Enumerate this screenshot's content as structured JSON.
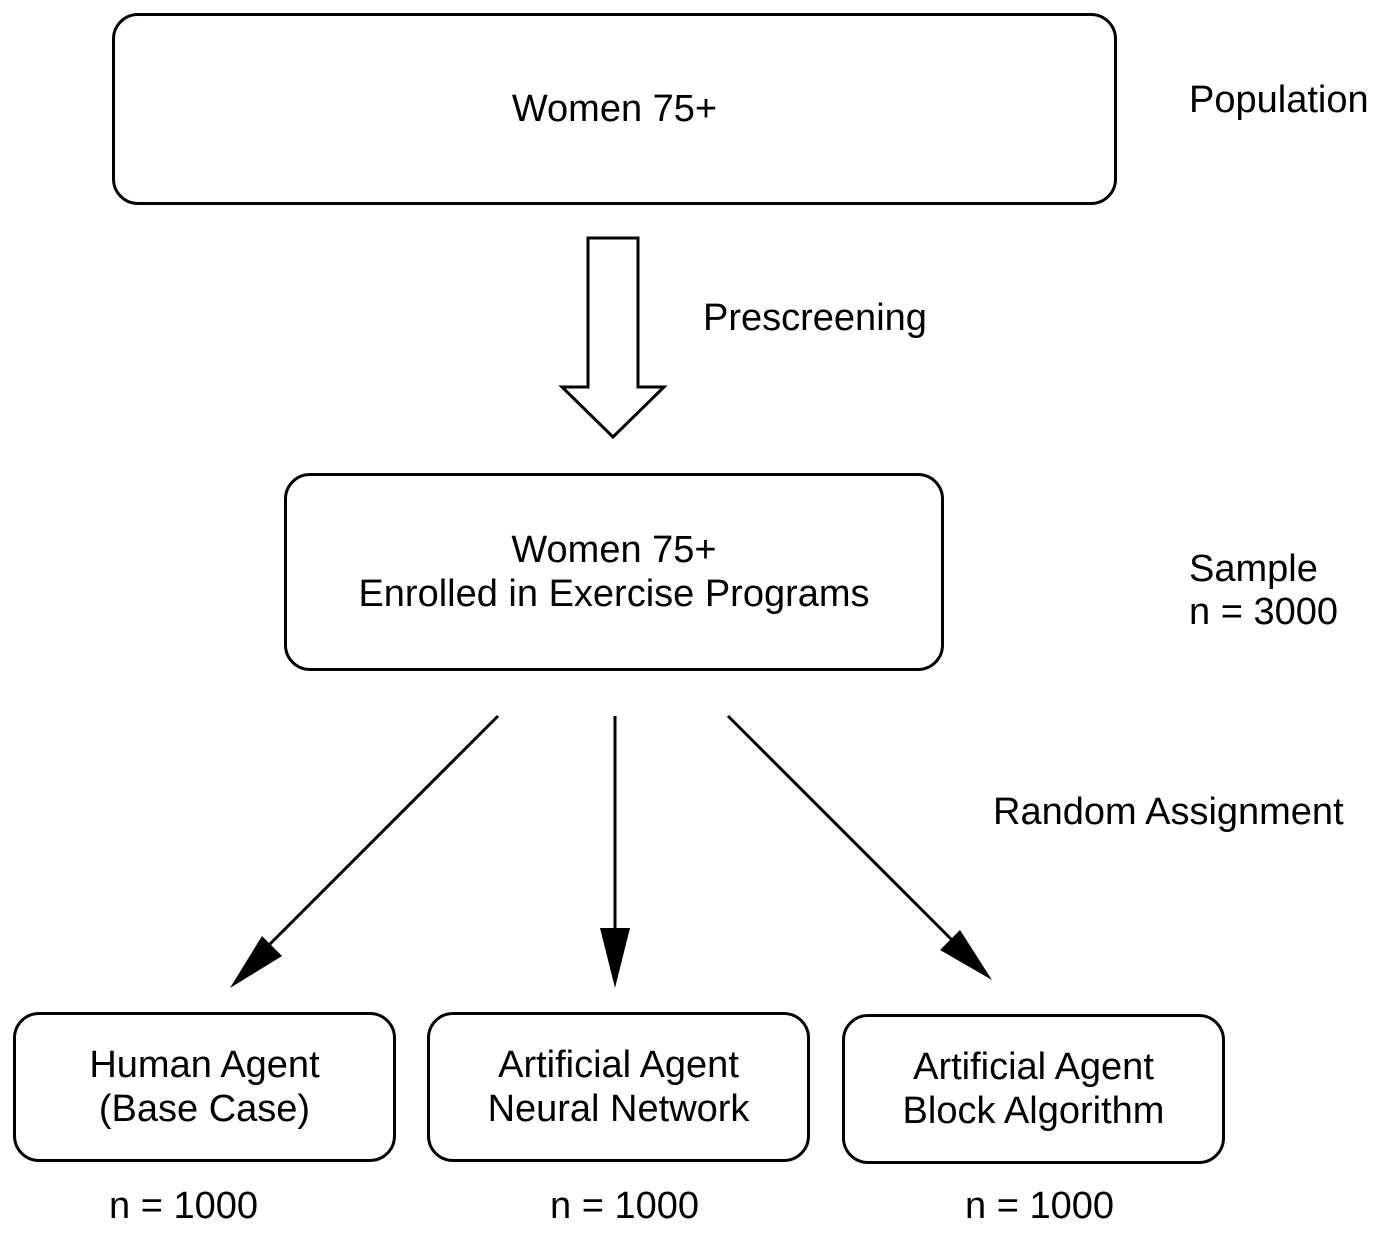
{
  "nodes": {
    "population_box": {
      "line1": "Women 75+"
    },
    "sample_box": {
      "line1": "Women 75+",
      "line2": "Enrolled in Exercise Programs"
    },
    "human_agent_box": {
      "line1": "Human Agent",
      "line2": "(Base Case)"
    },
    "neural_network_box": {
      "line1": "Artificial Agent",
      "line2": "Neural Network"
    },
    "block_algorithm_box": {
      "line1": "Artificial Agent",
      "line2": "Block Algorithm"
    }
  },
  "labels": {
    "population": "Population",
    "prescreening": "Prescreening",
    "sample": "Sample",
    "sample_n": "n = 3000",
    "random_assignment": "Random Assignment",
    "group_n_human": "n = 1000",
    "group_n_neural": "n = 1000",
    "group_n_block": "n = 1000"
  },
  "colors": {
    "stroke": "#000000",
    "background": "#ffffff"
  }
}
